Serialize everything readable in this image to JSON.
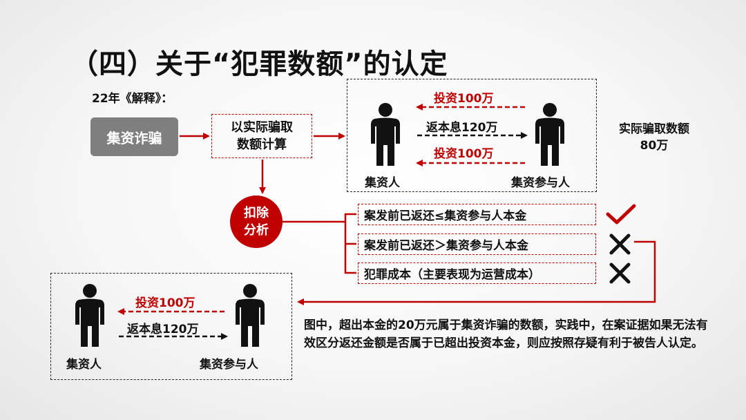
{
  "title": "（四）关于“犯罪数额”的认定",
  "subtitle": "22年《解释》：",
  "fraud_box": "集资诈骗",
  "calc_box": [
    "以实际骗取",
    "数额计算"
  ],
  "top_flow": {
    "invest_top": "投资100万",
    "return": "返本息120万",
    "invest_bottom": "投资100万",
    "left_person": "集资人",
    "right_person": "集资参与人"
  },
  "actual_amount": [
    "实际骗取数额",
    "80万"
  ],
  "deduct_circle": [
    "扣除",
    "分析"
  ],
  "options": [
    {
      "text": "案发前已返还≤集资参与人本金",
      "mark": "check"
    },
    {
      "text": "案发前已返还＞集资参与人本金",
      "mark": "cross"
    },
    {
      "text": "犯罪成本（主要表现为运营成本）",
      "mark": "cross"
    }
  ],
  "bottom_flow": {
    "invest": "投资100万",
    "return": "返本息120万",
    "left_person": "集资人",
    "right_person": "集资参与人"
  },
  "note": "图中，超出本金的20万元属于集资诈骗的数额，实践中，在案证据如果无法有效区分返还金额是否属于已超出投资本金，则应按照存疑有利于被告人认定。",
  "colors": {
    "red": "#c00000",
    "gray": "#7f7f7f",
    "black": "#111111"
  }
}
